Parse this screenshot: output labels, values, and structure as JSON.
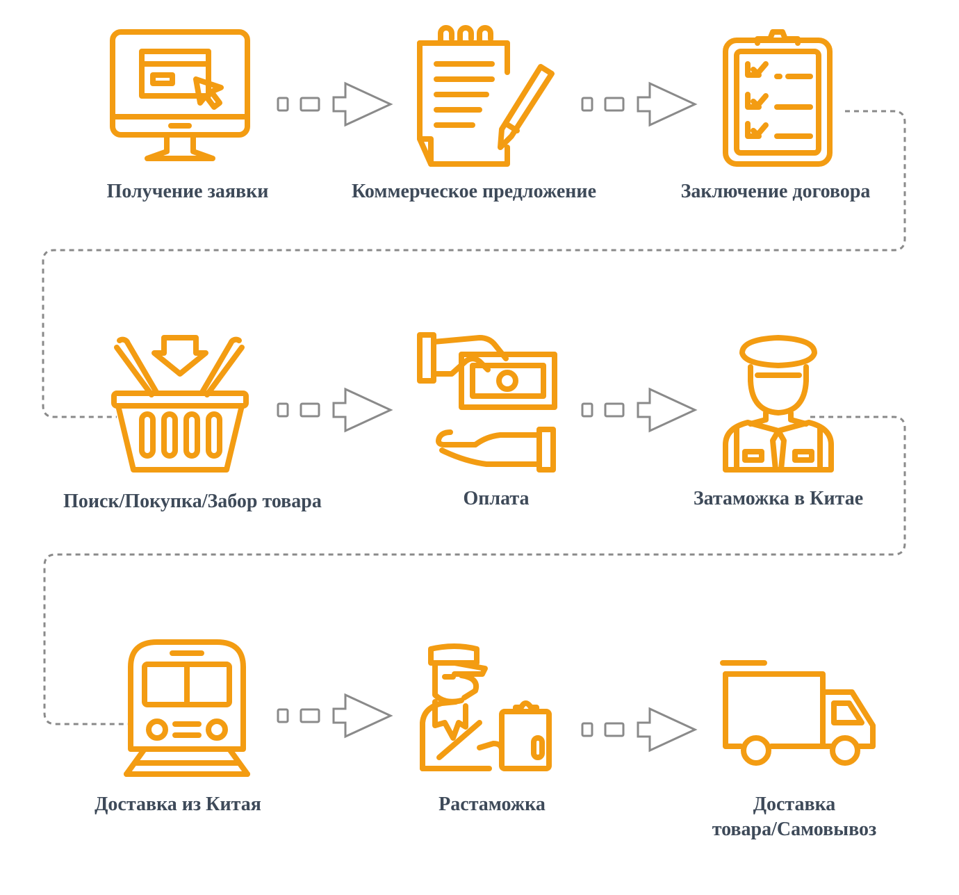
{
  "colors": {
    "icon": "#f39c12",
    "text": "#3e4a59",
    "connector": "#8a8a8a"
  },
  "steps": [
    {
      "label": "Получение заявки",
      "icon": "monitor-cursor-icon"
    },
    {
      "label": "Коммерческое предложение",
      "icon": "notepad-pencil-icon"
    },
    {
      "label": "Заключение договора",
      "icon": "clipboard-checklist-icon"
    },
    {
      "label": "Поиск/Покупка/Забор товара",
      "icon": "shopping-basket-icon"
    },
    {
      "label": "Оплата",
      "icon": "hand-money-icon"
    },
    {
      "label": "Затаможка в Китае",
      "icon": "customs-officer-icon"
    },
    {
      "label": "Доставка из Китая",
      "icon": "train-icon"
    },
    {
      "label": "Растаможка",
      "icon": "inspector-clipboard-icon"
    },
    {
      "label_line1": "Доставка",
      "label_line2": "товара/Самовывоз",
      "icon": "delivery-truck-icon"
    }
  ]
}
